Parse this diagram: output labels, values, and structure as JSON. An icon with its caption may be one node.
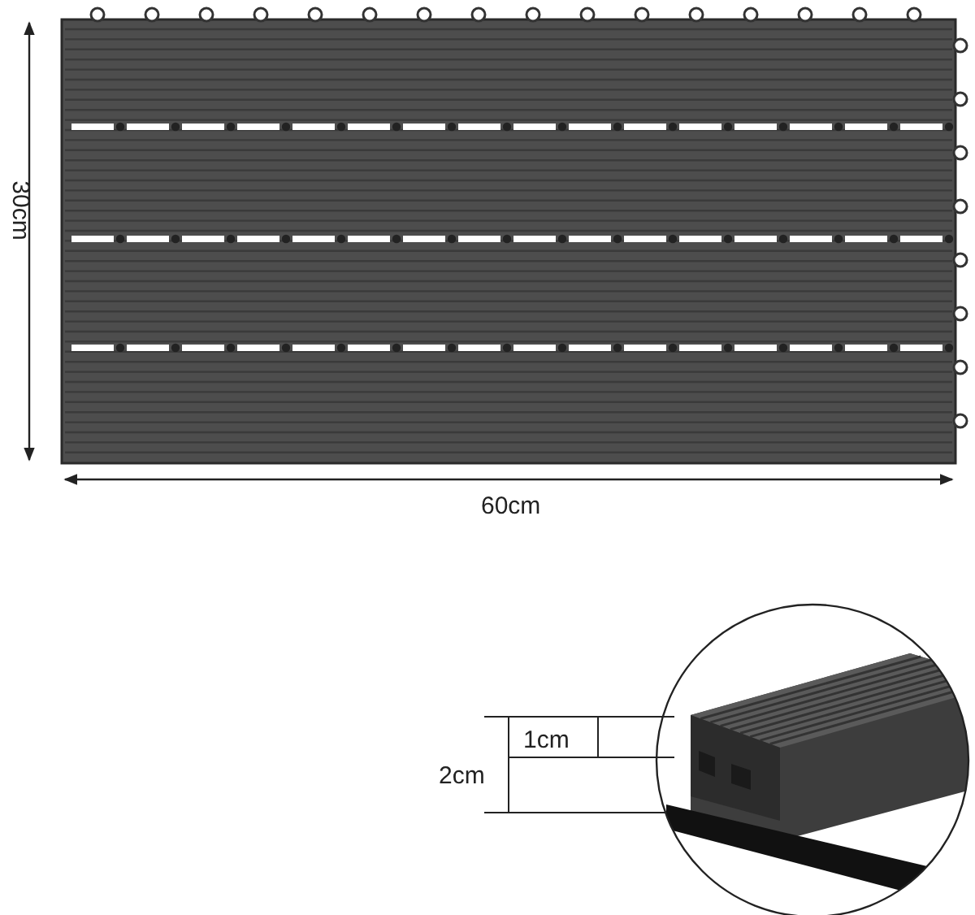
{
  "diagram": {
    "labels": [
      "30cm",
      "60cm",
      "1cm",
      "2cm"
    ]
  }
}
